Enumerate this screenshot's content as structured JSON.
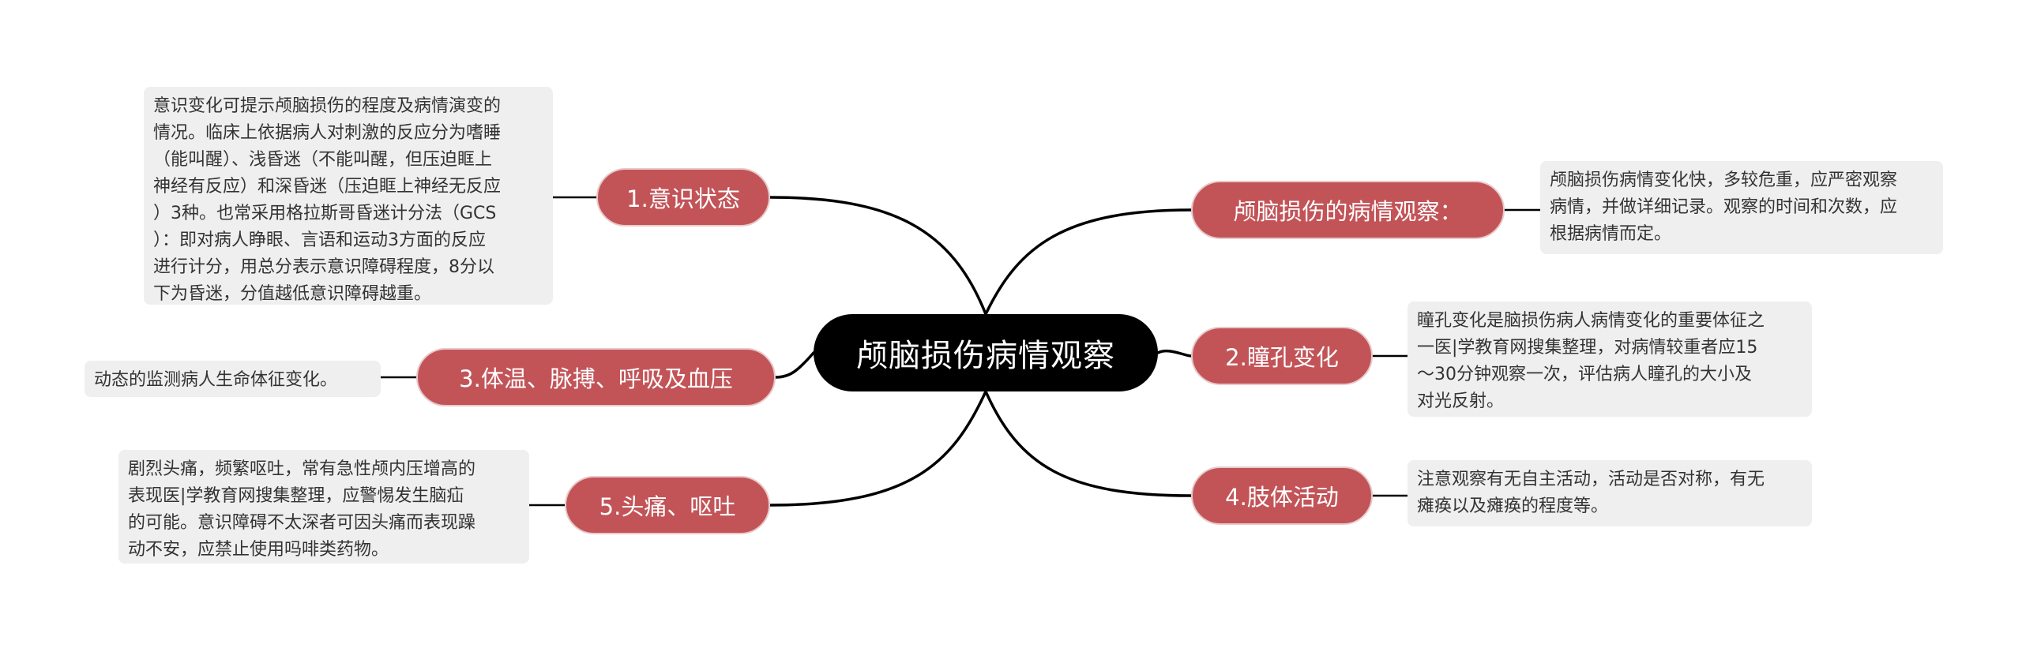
{
  "center": {
    "title": "颅脑损伤病情观察"
  },
  "branches": {
    "consciousness": {
      "label": "1.意识状态",
      "note": "意识变化可提示颅脑损伤的程度及病情演变的\n情况。临床上依据病人对刺激的反应分为嗜睡\n（能叫醒）、浅昏迷（不能叫醒，但压迫眶上\n神经有反应）和深昏迷（压迫眶上神经无反应\n）3种。也常采用格拉斯哥昏迷计分法（GCS\n）：即对病人睁眼、言语和运动3方面的反应\n进行计分，用总分表示意识障碍程度，8分以\n下为昏迷，分值越低意识障碍越重。"
    },
    "vitals": {
      "label": "3.体温、脉搏、呼吸及血压",
      "note": "动态的监测病人生命体征变化。"
    },
    "headache": {
      "label": "5.头痛、呕吐",
      "note": "剧烈头痛，频繁呕吐，常有急性颅内压增高的\n表现医|学教育网搜集整理，应警惕发生脑疝\n的可能。意识障碍不太深者可因头痛而表现躁\n动不安，应禁止使用吗啡类药物。"
    },
    "observation": {
      "label": "颅脑损伤的病情观察：",
      "note": "颅脑损伤病情变化快，多较危重，应严密观察\n病情，并做详细记录。观察的时间和次数，应\n根据病情而定。"
    },
    "pupil": {
      "label": "2.瞳孔变化",
      "note": "瞳孔变化是脑损伤病人病情变化的重要体征之\n一医|学教育网搜集整理，对病情较重者应15\n～30分钟观察一次，评估病人瞳孔的大小及\n对光反射。"
    },
    "limb": {
      "label": "4.肢体活动",
      "note": "注意观察有无自主活动，活动是否对称，有无\n瘫痪以及瘫痪的程度等。"
    }
  },
  "colors": {
    "center_fill": "#000000",
    "branch_fill": "#c25458",
    "note_fill": "#efefef",
    "line": "#000000"
  }
}
